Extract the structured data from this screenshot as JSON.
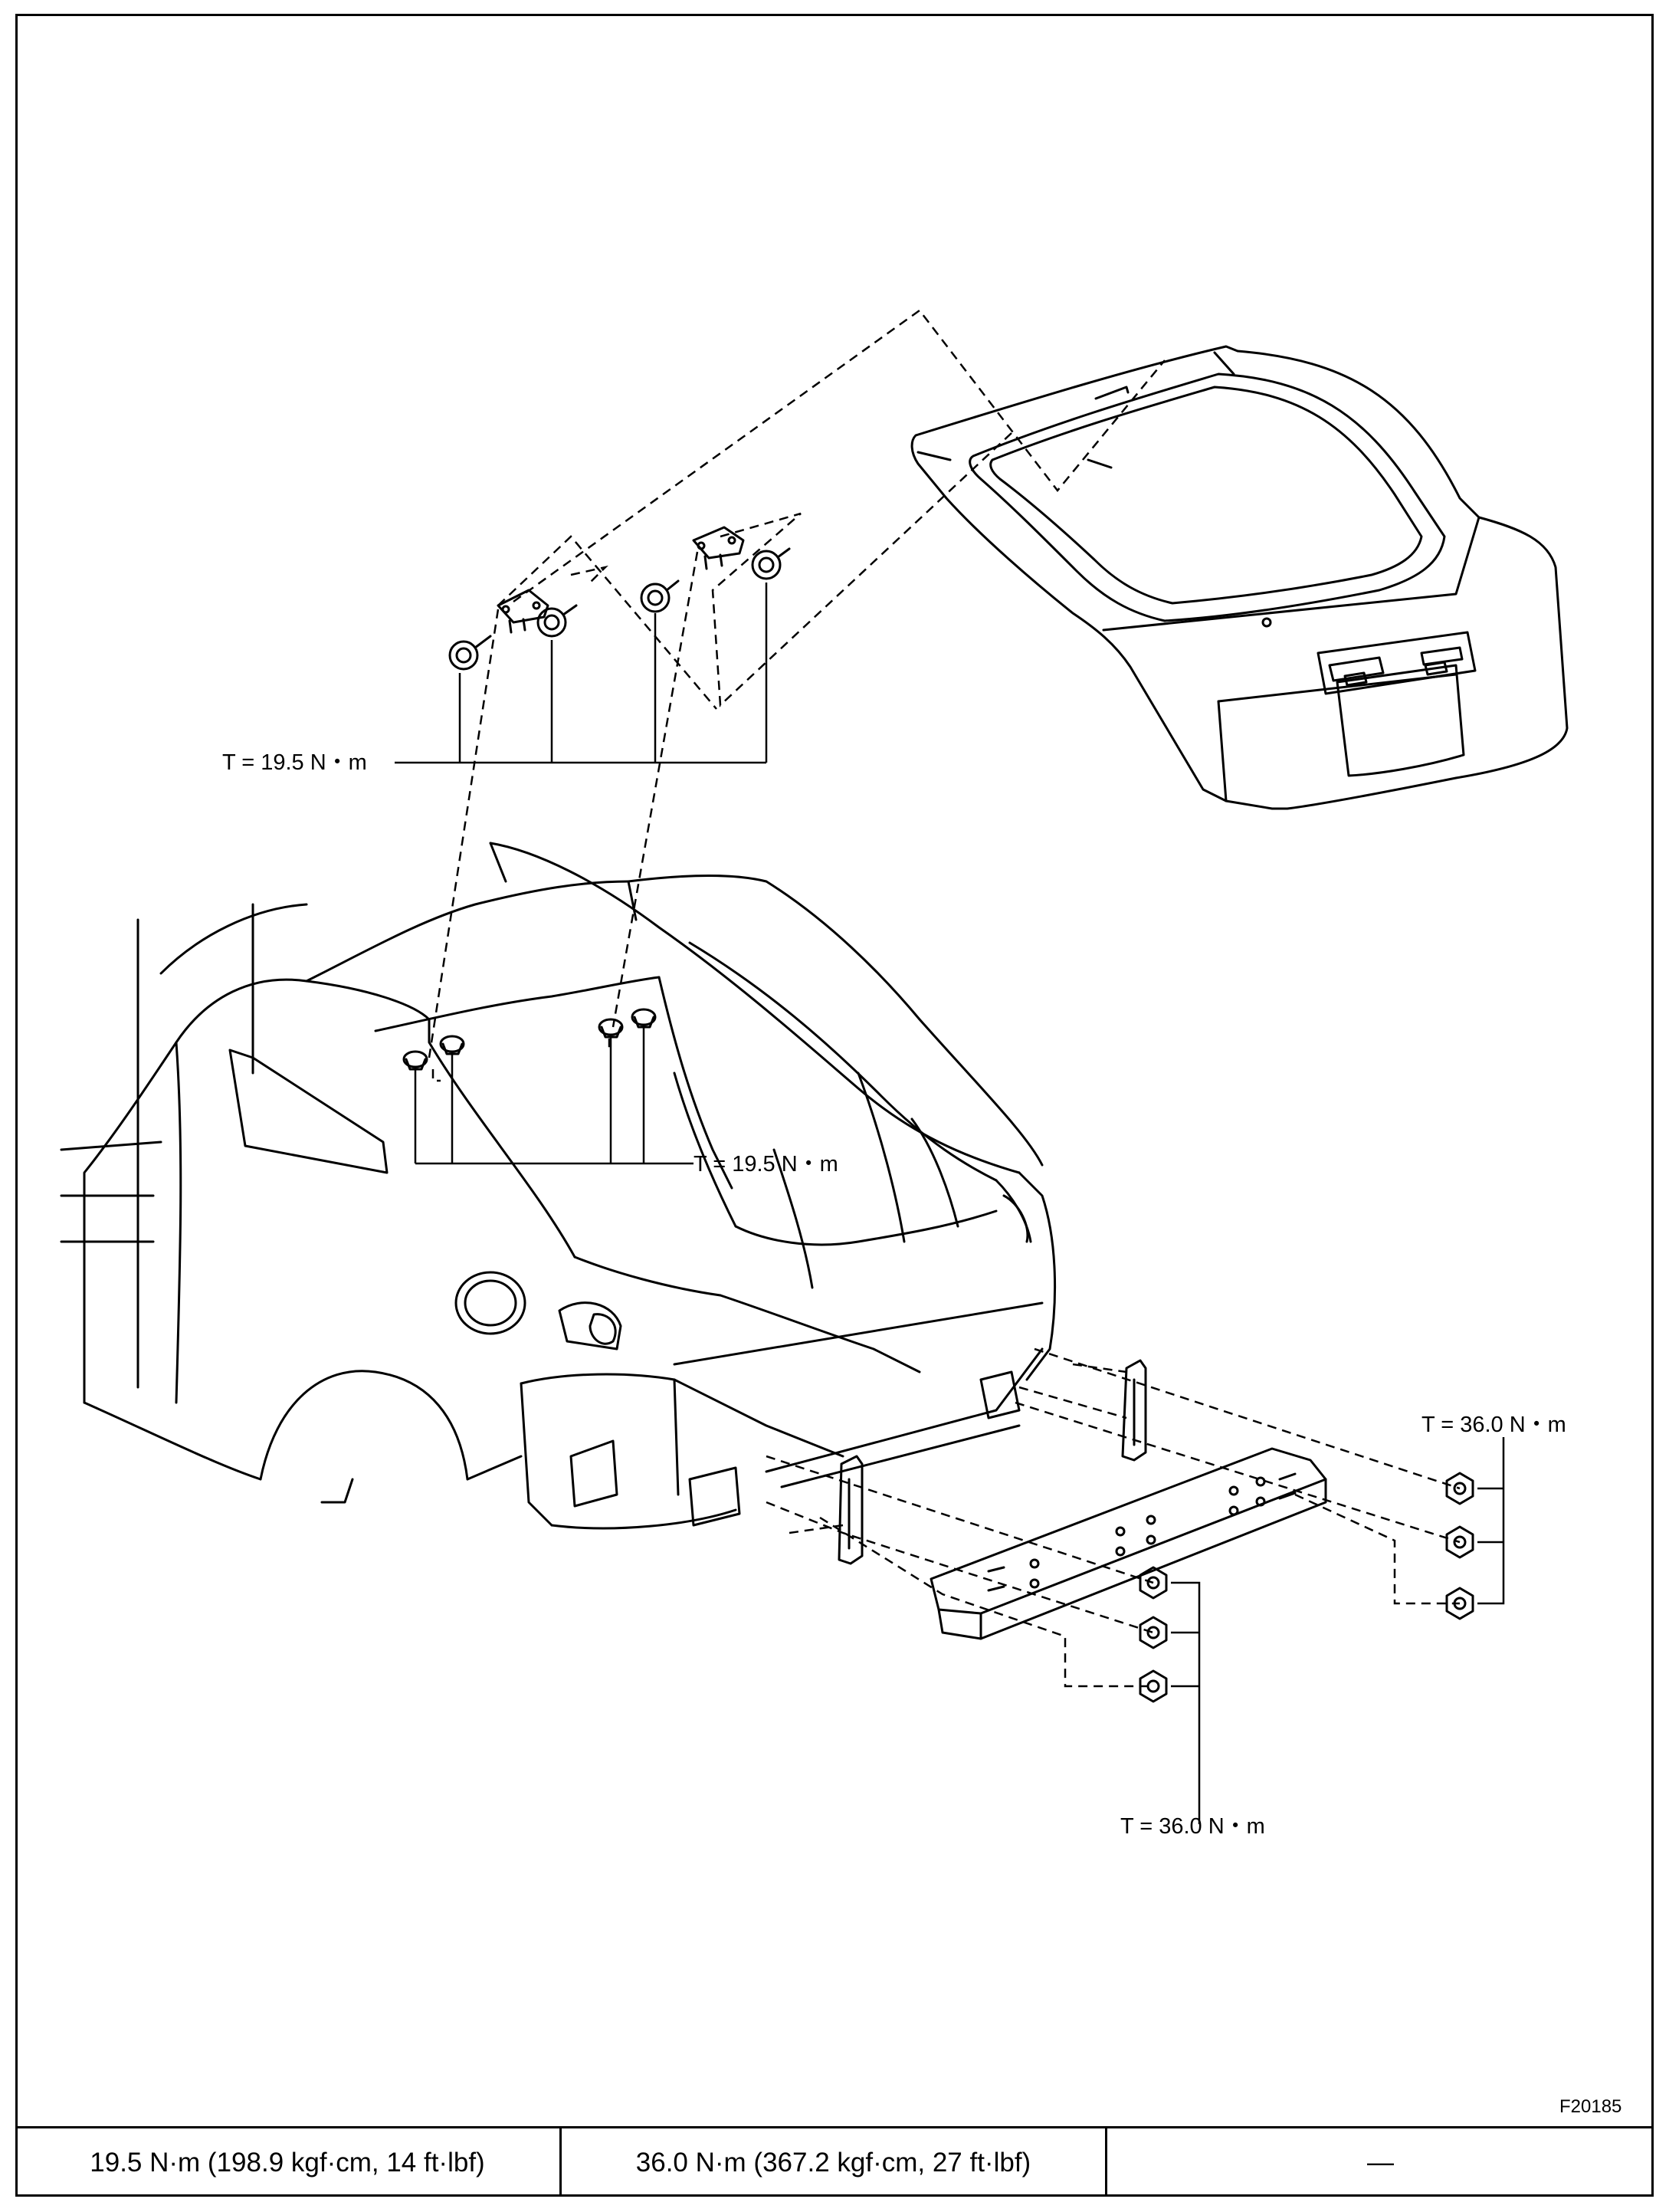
{
  "figure_id": "F20185",
  "callouts": {
    "hinge_bolts_upper": "T = 19.5 N・m",
    "hinge_bolts_body": "T = 19.5 N・m",
    "reinforcement_nuts_right": "T = 36.0 N・m",
    "reinforcement_nuts_lower": "T = 36.0 N・m"
  },
  "torque_table": [
    "19.5 N·m (198.9 kgf·cm, 14 ft·lbf)",
    "36.0 N·m (367.2 kgf·cm, 27 ft·lbf)",
    "—"
  ]
}
